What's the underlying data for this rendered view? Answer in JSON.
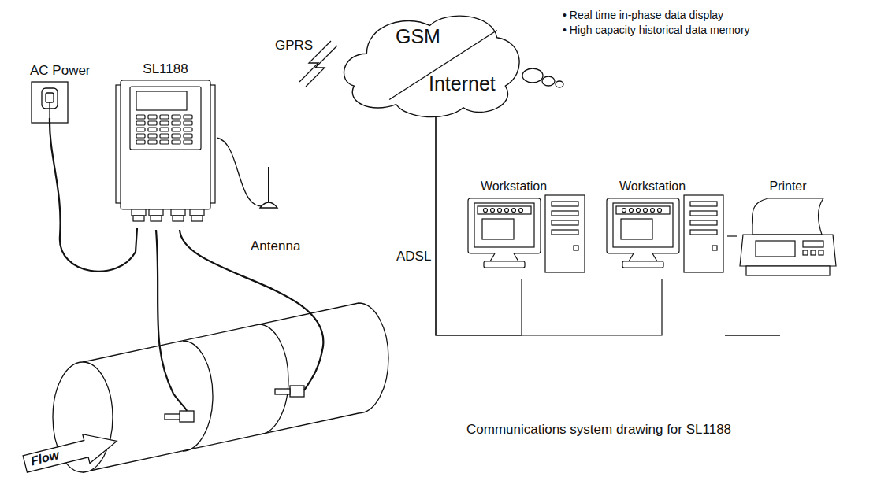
{
  "diagram": {
    "caption": "Communications system drawing for SL1188",
    "nodes": [
      {
        "text": [
          "SL1188"
        ]
      },
      {
        "text": [
          "GSM",
          "Internet"
        ]
      },
      {
        "text": [
          "Workstation"
        ]
      },
      {
        "text": [
          "Workstation"
        ]
      },
      {
        "text": [
          "Printer"
        ]
      },
      {
        "text": [
          "Flow"
        ]
      }
    ],
    "edges": [
      {
        "from": 1,
        "to": 2,
        "arrow": "none",
        "label": "ADSL"
      },
      {
        "from": 1,
        "to": 3,
        "arrow": "none"
      },
      {
        "from": 3,
        "to": 4,
        "arrow": "none"
      }
    ],
    "labels": [
      "AC Power",
      "Antenna",
      "GPRS",
      "• Real time in-phase data display",
      "• High capacity historical data memory"
    ]
  }
}
